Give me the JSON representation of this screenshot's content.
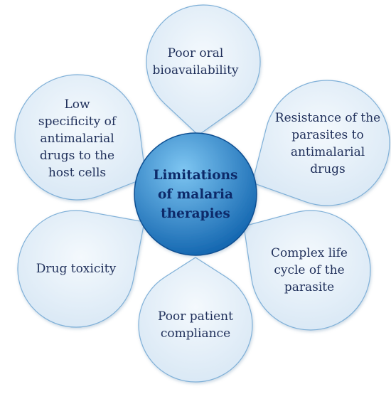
{
  "center": {
    "label": "Limitations\nof malaria\ntherapies"
  },
  "petals": [
    {
      "id": "poor-oral-bioavailability",
      "label": "Poor oral\nbioavailability"
    },
    {
      "id": "resistance-of-parasites",
      "label": "Resistance of the\nparasites to\nantimalarial\ndrugs"
    },
    {
      "id": "complex-life-cycle",
      "label": "Complex life\ncycle of the\nparasite"
    },
    {
      "id": "poor-patient-compliance",
      "label": "Poor patient\ncompliance"
    },
    {
      "id": "drug-toxicity",
      "label": "Drug toxicity"
    },
    {
      "id": "low-specificity",
      "label": "Low\nspecificity of\nantimalarial\ndrugs to the\nhost cells"
    }
  ],
  "colors": {
    "petal_fill_light": "#f4f9fd",
    "petal_fill_dark": "#d6e6f4",
    "petal_stroke": "#7fb0d8",
    "center_light": "#7ec6f2",
    "center_dark": "#0f62ad",
    "text": "#1f2f5a",
    "center_text": "#0d2a6a"
  }
}
